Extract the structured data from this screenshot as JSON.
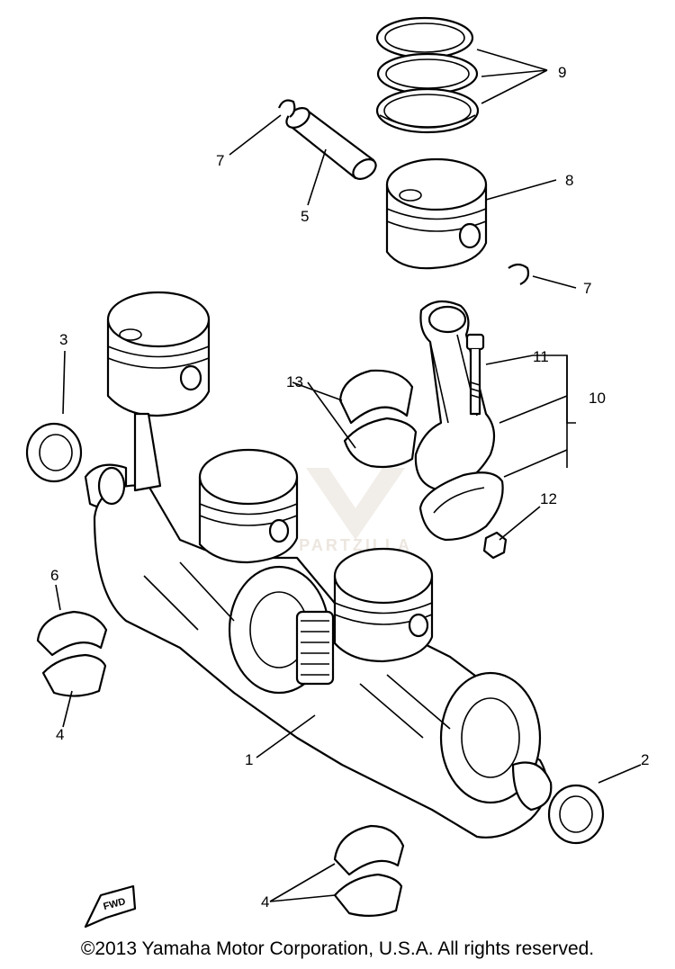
{
  "callouts": {
    "c1": "1",
    "c2": "2",
    "c3": "3",
    "c4a": "4",
    "c4b": "4",
    "c5": "5",
    "c6": "6",
    "c7a": "7",
    "c7b": "7",
    "c8": "8",
    "c9": "9",
    "c10": "10",
    "c11": "11",
    "c12": "12",
    "c13": "13"
  },
  "fwd_label": "FWD",
  "watermark_text": "PARTZILLA",
  "copyright": "©2013 Yamaha Motor Corporation, U.S.A. All rights reserved."
}
